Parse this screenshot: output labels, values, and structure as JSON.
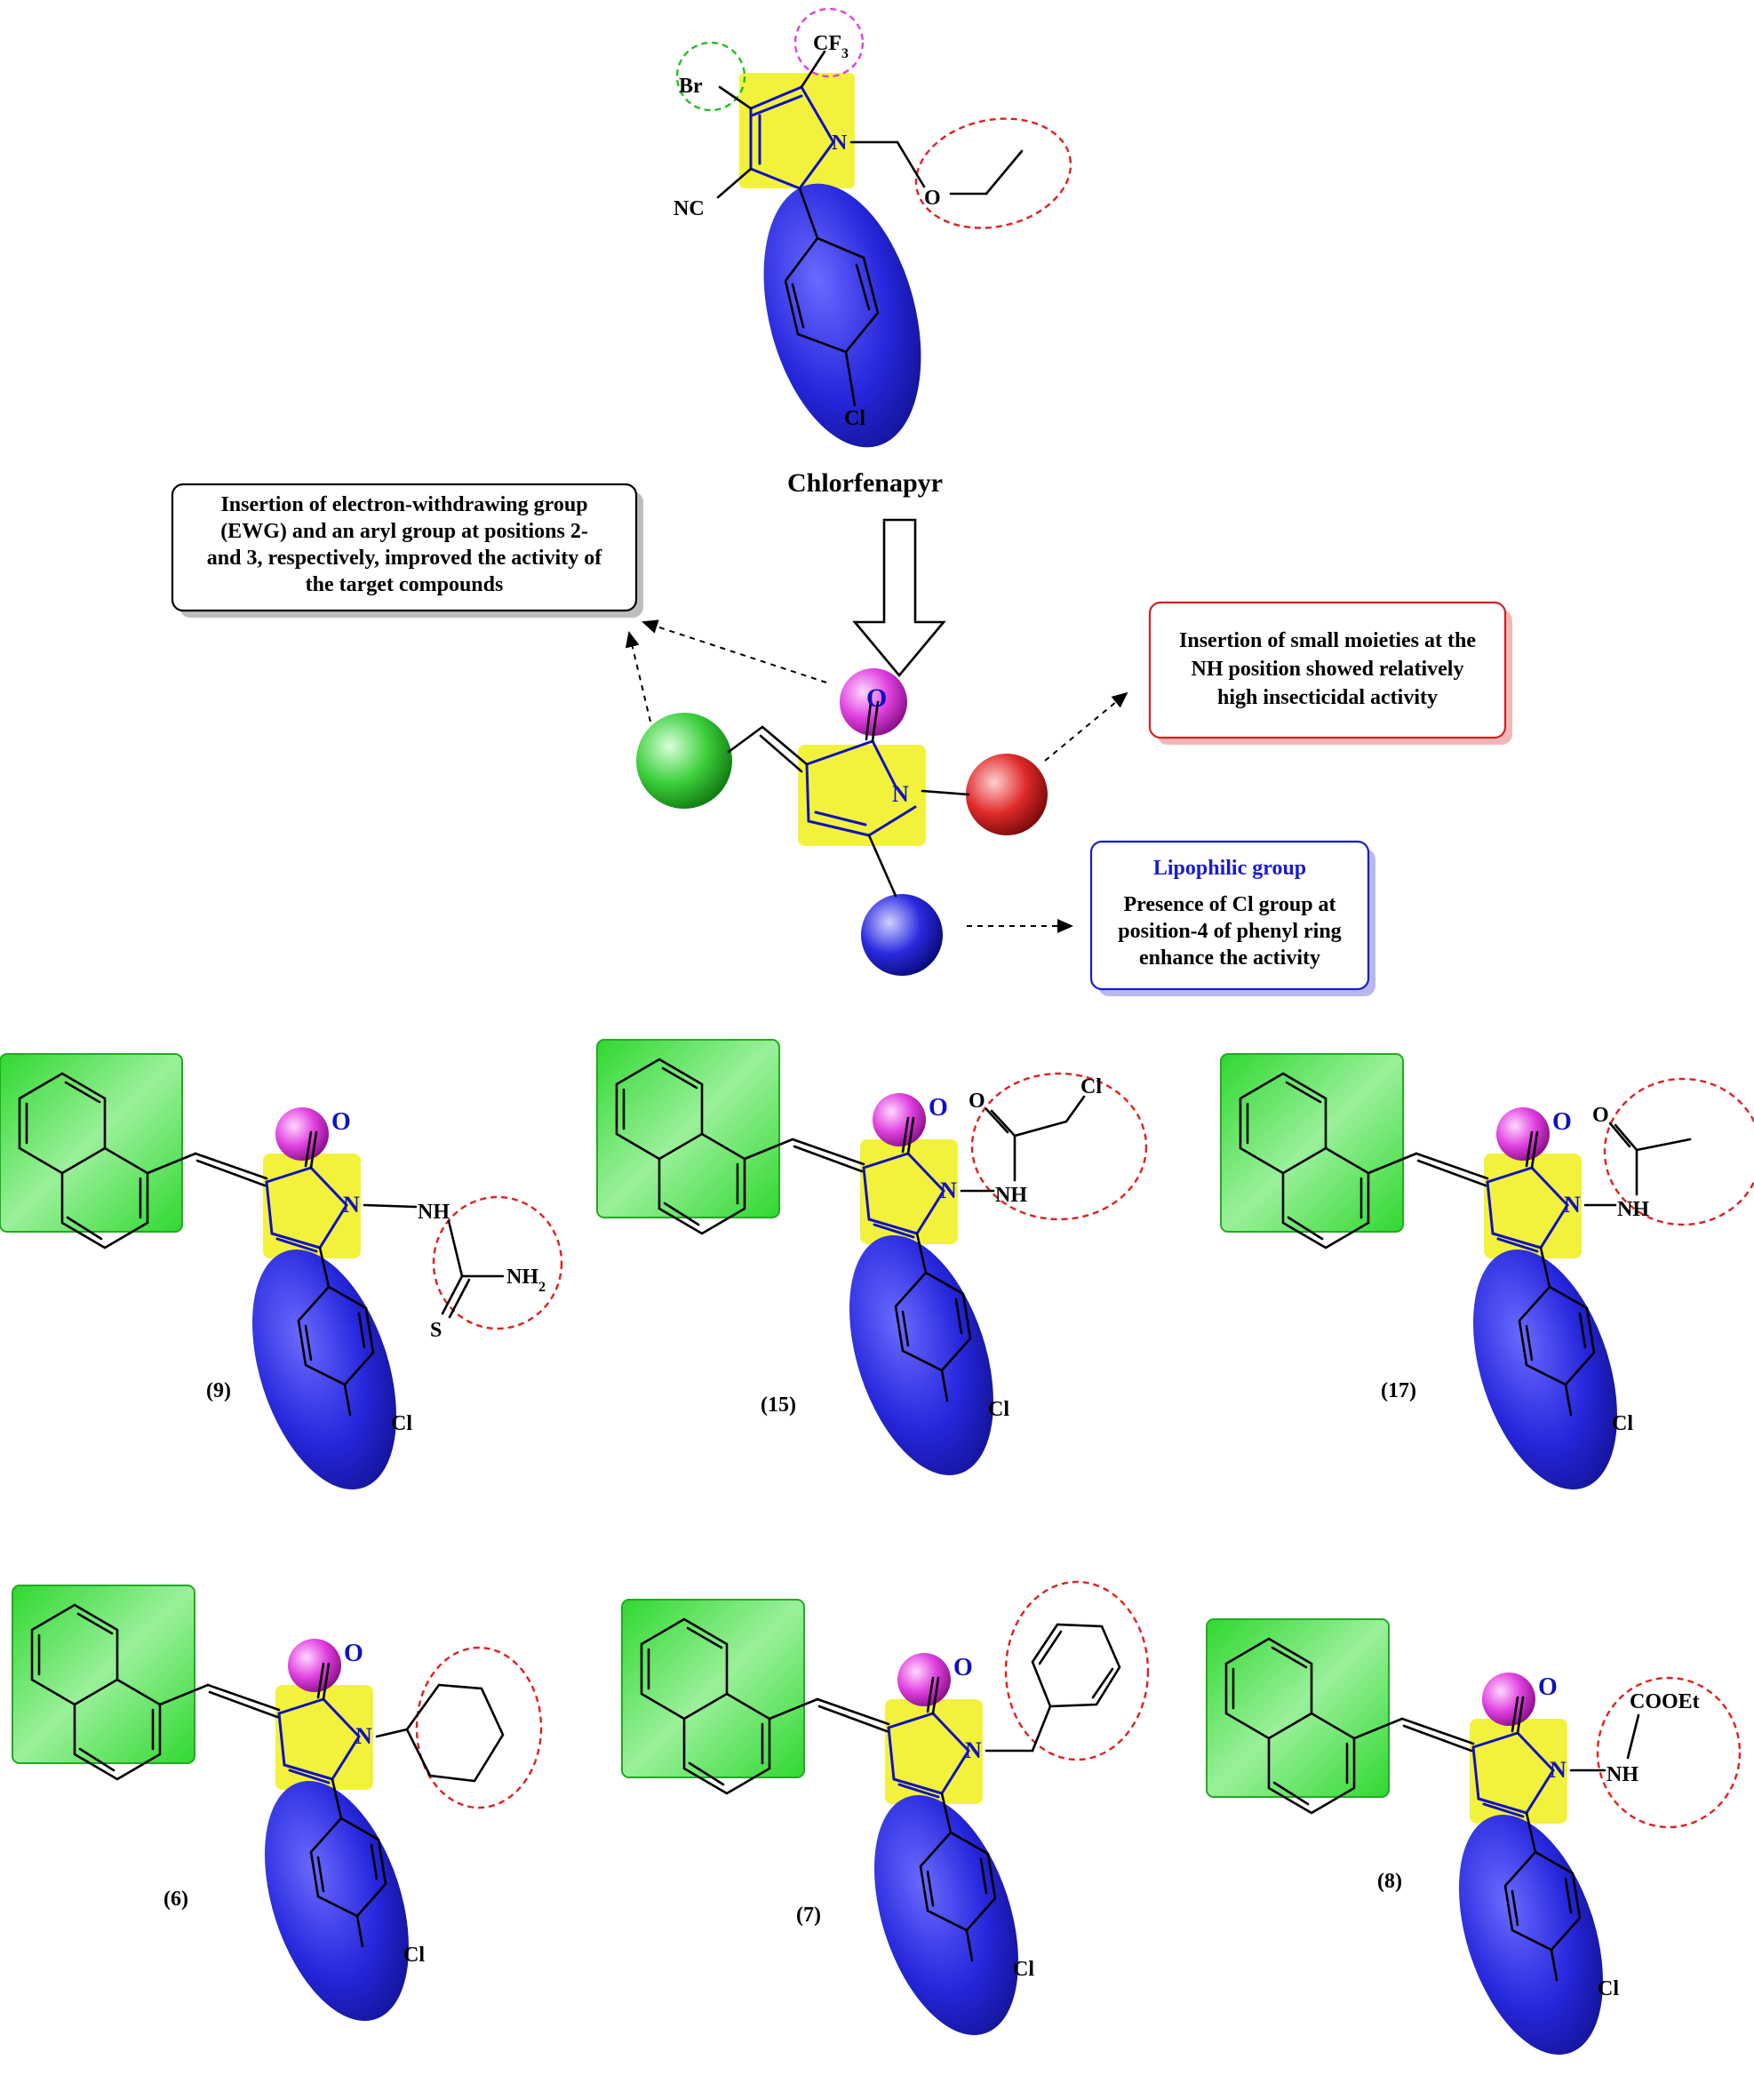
{
  "title": "Chlorfenapyr",
  "core_atoms": {
    "oxygen": "O",
    "nitrogen": "N",
    "chloro": "Cl"
  },
  "chlorfenapyr_labels": {
    "br": "Br",
    "cf3": "CF3",
    "nc": "NC",
    "n": "N",
    "o": "O",
    "cl": "Cl"
  },
  "boxes": {
    "ewg": {
      "lines": [
        "Insertion of electron-withdrawing group",
        "(EWG) and an aryl group at positions 2-",
        "and 3, respectively, improved the activity of",
        "the target compounds"
      ],
      "border_color": "#000000",
      "shadow_color": "#bdbdbd"
    },
    "nh": {
      "lines": [
        "Insertion of small moieties at the",
        "NH position showed relatively",
        "high insecticidal activity"
      ],
      "border_color": "#d42020",
      "shadow_color": "#f2b8b8"
    },
    "lipophilic": {
      "heading": "Lipophilic group",
      "lines": [
        "Presence of Cl group at",
        "position-4 of phenyl ring",
        "enhance the activity"
      ],
      "border_color": "#1a1ad0",
      "shadow_color": "#b8b8ee"
    }
  },
  "compounds": [
    {
      "id": "(9)",
      "substituent_labels": [
        "NH",
        "S",
        "NH2"
      ]
    },
    {
      "id": "(15)",
      "substituent_labels": [
        "O",
        "Cl",
        "NH"
      ]
    },
    {
      "id": "(17)",
      "substituent_labels": [
        "O",
        "NH"
      ]
    },
    {
      "id": "(6)",
      "substituent_labels": []
    },
    {
      "id": "(7)",
      "substituent_labels": []
    },
    {
      "id": "(8)",
      "substituent_labels": [
        "COOEt",
        "NH"
      ]
    }
  ],
  "colors": {
    "pyrrole_highlight": "#f2f23c",
    "aryl_ellipse": "#2a2ae0",
    "naphthyl_box": "#3ce03c",
    "carbonyl_sphere": "#e040e0",
    "n_substituent_circle": "#e02020",
    "green_sphere": "#30c030",
    "red_sphere": "#d81c1c",
    "blue_sphere": "#2020d0"
  }
}
